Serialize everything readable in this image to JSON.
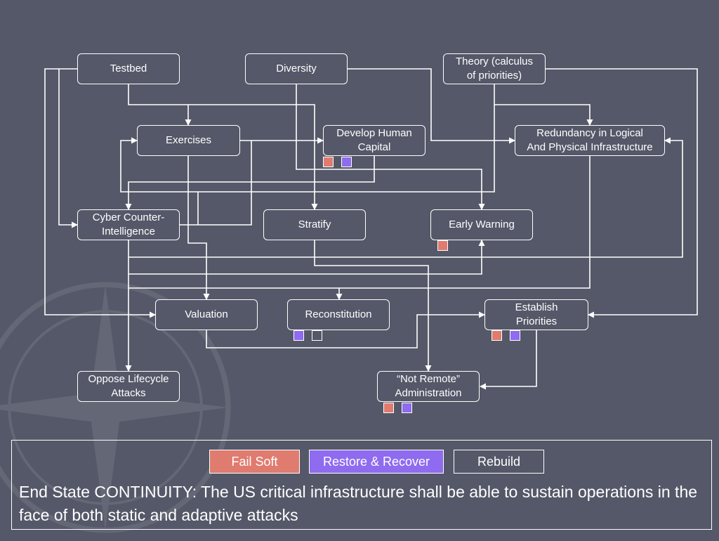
{
  "colors": {
    "background": "#545868",
    "fail_soft": "#e07b6f",
    "restore_recover": "#8e6bef",
    "rebuild": "transparent",
    "line": "#ffffff"
  },
  "nodes": {
    "testbed": "Testbed",
    "diversity": "Diversity",
    "theory": "Theory (calculus\nof priorities)",
    "exercises": "Exercises",
    "develop_human_capital": "Develop Human\nCapital",
    "redundancy": "Redundancy in Logical\nAnd Physical Infrastructure",
    "cyber_counter_intelligence": "Cyber Counter-\nIntelligence",
    "stratify": "Stratify",
    "early_warning": "Early Warning",
    "valuation": "Valuation",
    "reconstitution": "Reconstitution",
    "establish_priorities": "Establish\nPriorities",
    "oppose_lifecycle_attacks": "Oppose Lifecycle\nAttacks",
    "not_remote_administration": "“Not Remote”\nAdministration"
  },
  "node_markers": {
    "develop_human_capital": [
      "fail_soft",
      "restore_recover"
    ],
    "early_warning": [
      "fail_soft"
    ],
    "reconstitution": [
      "restore_recover",
      "rebuild"
    ],
    "establish_priorities": [
      "fail_soft",
      "restore_recover"
    ],
    "not_remote_administration": [
      "fail_soft",
      "restore_recover"
    ]
  },
  "legend": {
    "fail_soft": "Fail Soft",
    "restore_recover": "Restore & Recover",
    "rebuild": "Rebuild"
  },
  "end_state": "End State CONTINUITY: The US critical infrastructure shall be able to sustain operations in the face of both static and adaptive attacks"
}
